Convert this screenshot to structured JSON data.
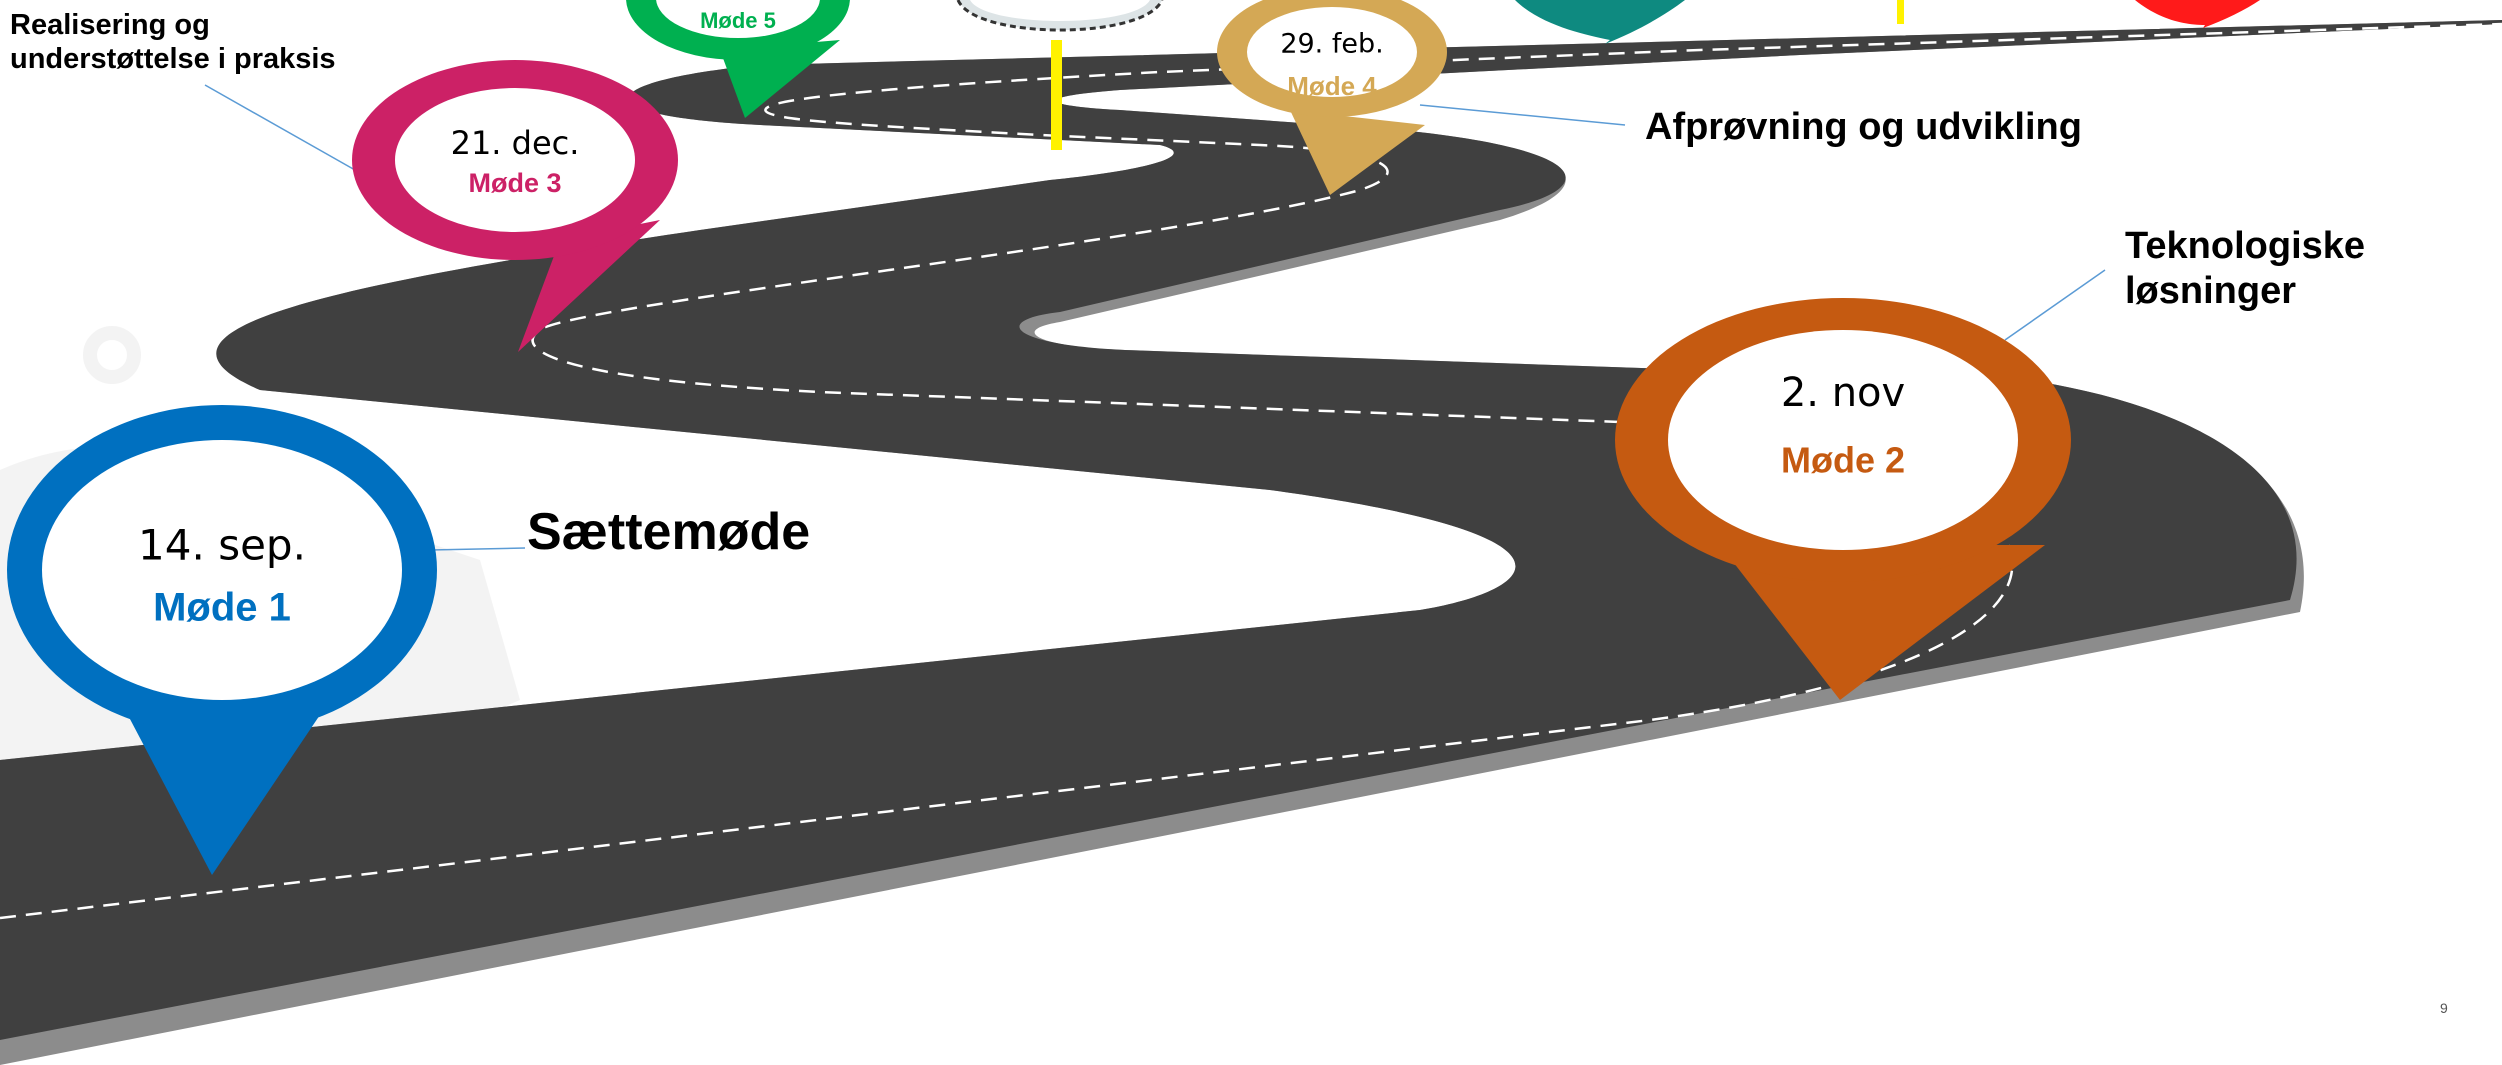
{
  "meetings": [
    {
      "id": "mode-1",
      "date": "14. sep.",
      "title": "Møde 1",
      "color": "#0070C0"
    },
    {
      "id": "mode-2",
      "date": "2. nov",
      "title": "Møde 2",
      "color": "#C55A11"
    },
    {
      "id": "mode-3",
      "date": "21. dec.",
      "title": "Møde 3",
      "color": "#CC2166"
    },
    {
      "id": "mode-4",
      "date": "29. feb.",
      "title": "Møde 4",
      "color": "#D4A855"
    },
    {
      "id": "mode-5",
      "date": "",
      "title": "Møde 5",
      "color": "#00B050"
    }
  ],
  "labels": {
    "saettemode": "Sættemøde",
    "teknologiske_line1": "Teknologiske",
    "teknologiske_line2": "løsninger",
    "afprovning": "Afprøvning og udvikling",
    "realisering_line1": "Realisering og",
    "realisering_line2": "understøttelse i praksis"
  },
  "slide_number": "9",
  "colors": {
    "road": "#404040",
    "road_shadow": "#8C8C8C",
    "dash": "#ffffff",
    "teal_pin": "#0E8A80",
    "red_pin": "#FF1A1A",
    "yellow_post": "#FFF200",
    "leader": "#5B9BD5"
  }
}
